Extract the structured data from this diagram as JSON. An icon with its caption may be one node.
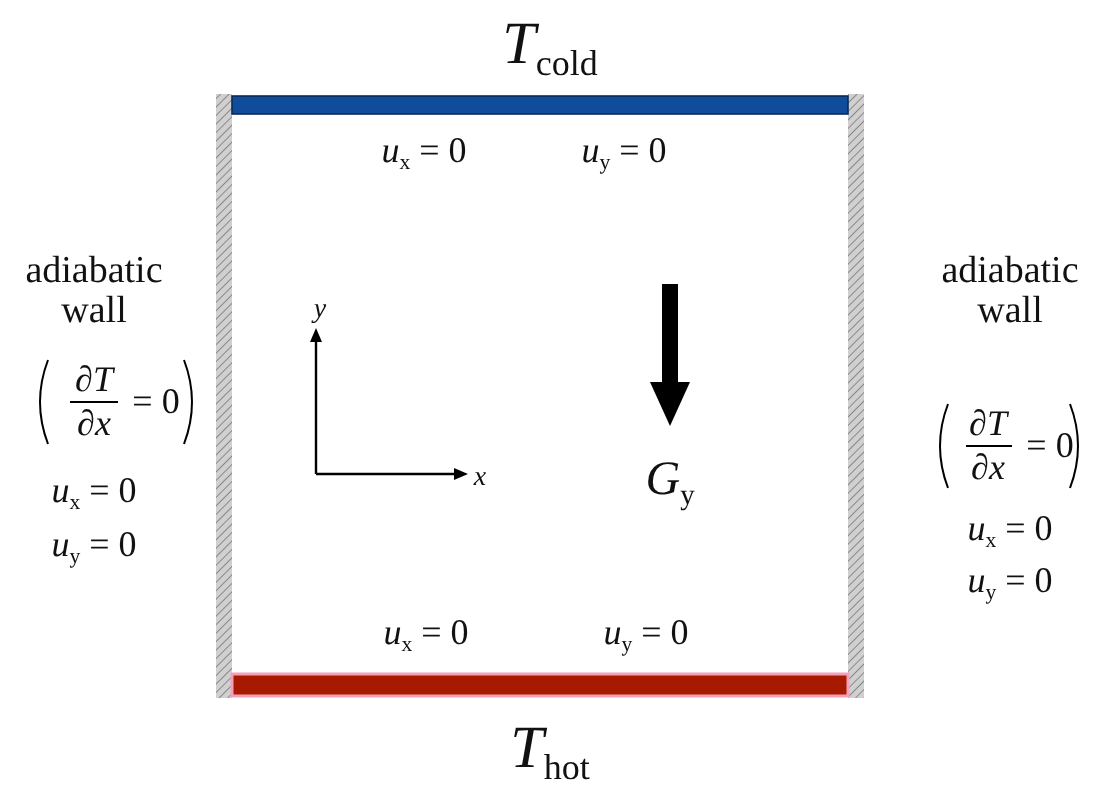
{
  "diagram": {
    "labels": [
      "*T*$_{cold}$",
      "*u*$_{x}$ = 0",
      "*u*$_{y}$ = 0",
      "adiabatic wall",
      "adiabatic wall",
      "∂*T*",
      "∂*x*",
      "= 0",
      "∂*T*",
      "∂*x*",
      "= 0",
      "*y*",
      "*x*",
      "*G*$_{y}$",
      "*u*$_{x}$ = 0",
      "*u*$_{y}$ = 0",
      "*u*$_{x}$ = 0",
      "*u*$_{y}$ = 0",
      "*u*$_{x}$ = 0",
      "*u*$_{y}$ = 0",
      "*T*$_{hot}$"
    ]
  }
}
